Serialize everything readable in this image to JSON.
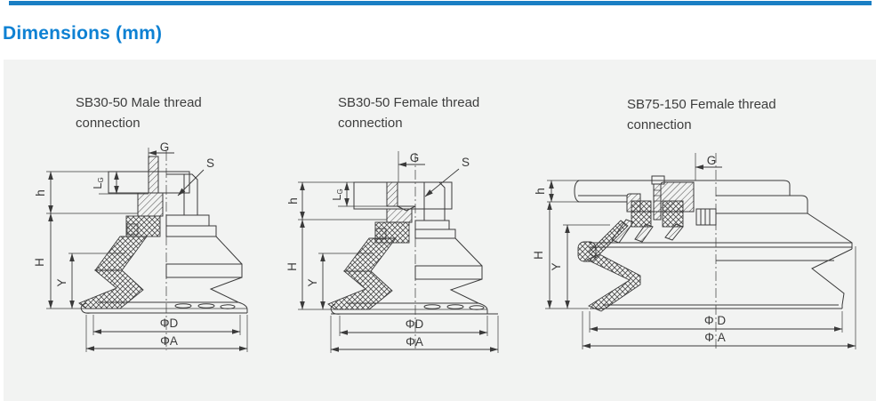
{
  "header": {
    "accent_bar_color": "#1a7fc4",
    "title": "Dimensions (mm)",
    "title_color": "#0e81d3"
  },
  "panel": {
    "background": "#f2f3f2",
    "line_color": "#3a3a3a"
  },
  "figures": [
    {
      "id": "sb30-50-male",
      "title_line1": "SB30-50 Male thread",
      "title_line2": "connection",
      "dims": {
        "g": "G",
        "s": "S",
        "lg_main": "L",
        "lg_sub": "G",
        "h_small": "h",
        "h_total": "H",
        "y": "Y",
        "phi_d": "ΦD",
        "phi_a": "ΦA"
      }
    },
    {
      "id": "sb30-50-female",
      "title_line1": "SB30-50 Female thread",
      "title_line2": "connection",
      "dims": {
        "g": "G",
        "s": "S",
        "lg_main": "L",
        "lg_sub": "G",
        "h_small": "h",
        "h_total": "H",
        "y": "Y",
        "phi_d": "ΦD",
        "phi_a": "ΦA"
      }
    },
    {
      "id": "sb75-150-female",
      "title_line1": "SB75-150 Female thread",
      "title_line2": "connection",
      "dims": {
        "g": "G",
        "h_small": "h",
        "h_total": "H",
        "y": "Y",
        "phi_d": "Φ D",
        "phi_a": "Φ A"
      }
    }
  ]
}
